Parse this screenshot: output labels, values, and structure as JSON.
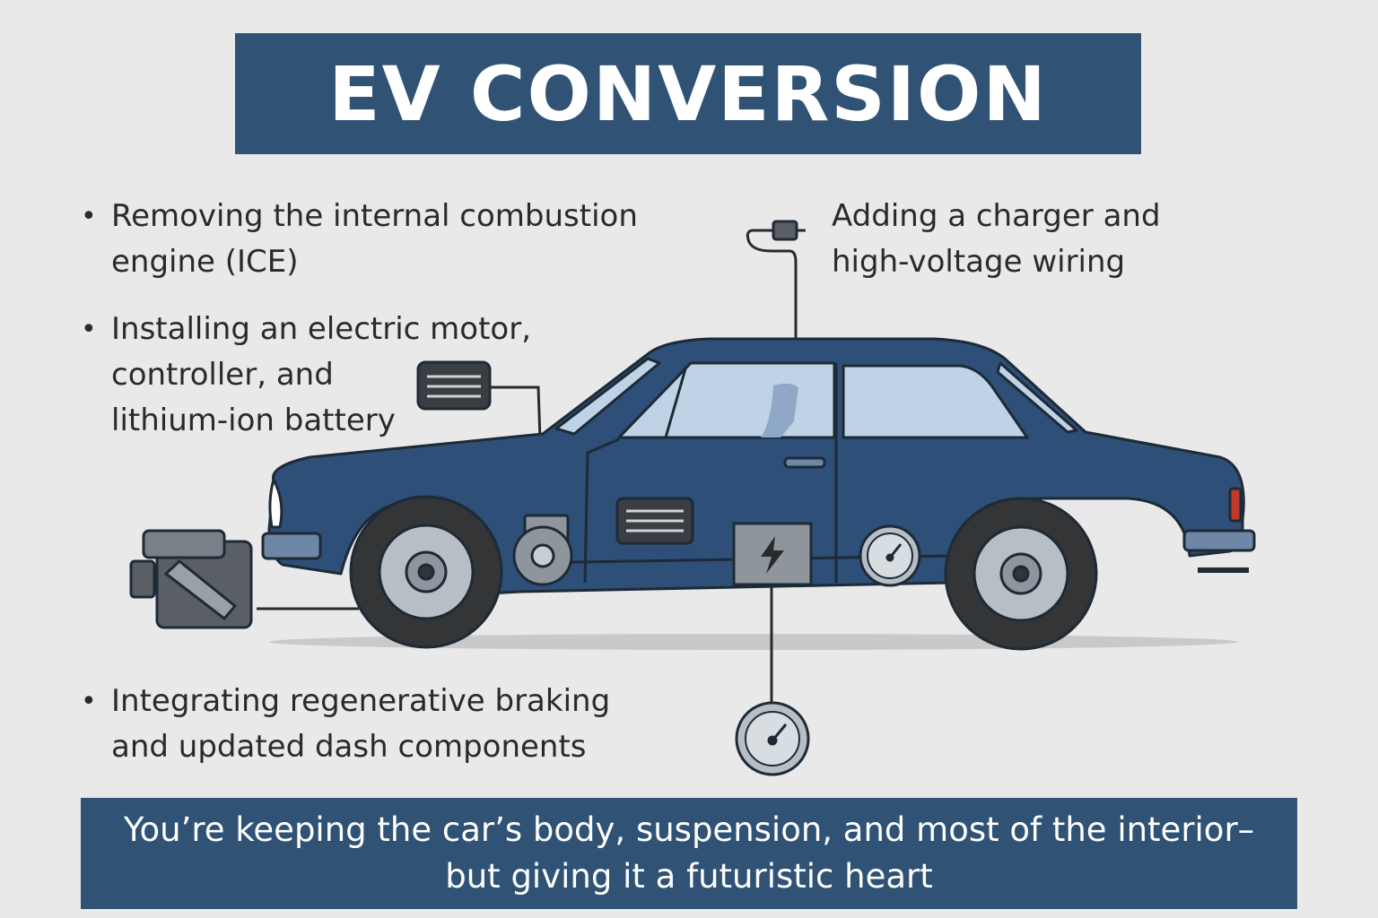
{
  "title": "EV CONVERSION",
  "bullets": [
    {
      "lines": [
        "Removing the internal combustion",
        "engine (ICE)"
      ]
    },
    {
      "lines": [
        "Installing an electric motor,",
        "controller, and",
        "lithium-ion battery"
      ]
    },
    {
      "lines": [
        "Integrating regenerative braking",
        "and updated dash components"
      ]
    }
  ],
  "callout_charger": {
    "lines": [
      "Adding a charger and",
      "high-voltage wiring"
    ]
  },
  "footer": {
    "lines": [
      "You’re keeping the car’s body, suspension, and most of the interior–",
      "but giving it a futuristic heart"
    ]
  },
  "bullet_symbol": "•",
  "colors": {
    "banner": "#2f5275",
    "car_body": "#2d4f78",
    "background": "#e9e9e9",
    "component_dark": "#3a3d42",
    "component_gray": "#8e959d"
  },
  "icons": [
    "engine-icon",
    "controller-icon",
    "charger-plug-icon",
    "battery-icon",
    "motor-icon",
    "gauge-icon"
  ]
}
